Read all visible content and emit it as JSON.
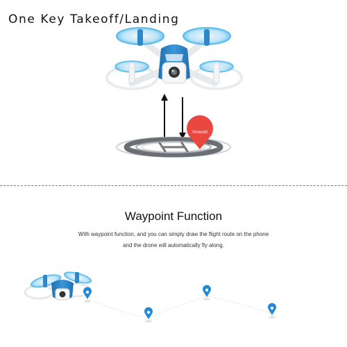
{
  "top_section": {
    "title": "One Key Takeoff/Landing",
    "ground_marker_label": "Ground"
  },
  "waypoint_section": {
    "title": "Waypoint Function",
    "description_line1": "With waypoint function, and you can simply draw the flight route on the phone",
    "description_line2": "and the drone will automatically fly along."
  },
  "colors": {
    "drone_blue": "#2f86c9",
    "propeller_blue": "#6cc3ef",
    "ground_marker_red": "#e9473f",
    "waypoint_pin_blue": "#2389d6"
  }
}
